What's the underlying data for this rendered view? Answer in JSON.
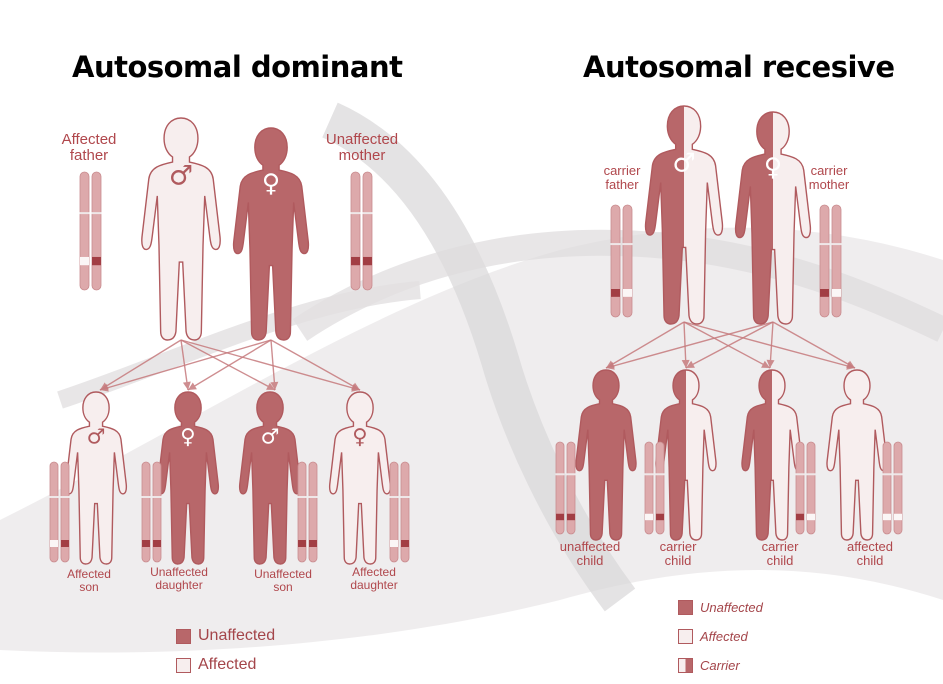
{
  "titles": {
    "dominant": "Autosomal dominant",
    "recessive": "Autosomal recesive"
  },
  "dominant": {
    "father_label_1": "Affected",
    "father_label_2": "father",
    "mother_label_1": "Unaffected",
    "mother_label_2": "mother",
    "children": [
      {
        "line1": "Affected",
        "line2": "son"
      },
      {
        "line1": "Unaffected",
        "line2": "daughter"
      },
      {
        "line1": "Unaffected",
        "line2": "son"
      },
      {
        "line1": "Affected",
        "line2": "daughter"
      }
    ],
    "legend": {
      "unaffected": "Unaffected",
      "affected": "Affected"
    }
  },
  "recessive": {
    "father_label_1": "carrier",
    "father_label_2": "father",
    "mother_label_1": "carrier",
    "mother_label_2": "mother",
    "children": [
      {
        "line1": "unaffected",
        "line2": "child"
      },
      {
        "line1": "carrier",
        "line2": "child"
      },
      {
        "line1": "carrier",
        "line2": "child"
      },
      {
        "line1": "affected",
        "line2": "child"
      }
    ],
    "legend": {
      "unaffected": "Unaffected",
      "affected": "Affected",
      "carrier": "Carrier"
    }
  },
  "symbols": {
    "male": "♂",
    "female": "♀"
  },
  "colors": {
    "dark": "#b8676a",
    "light": "#f7eeee",
    "outline": "#b05a5e",
    "band": "#a23e44",
    "title": "#000000"
  }
}
